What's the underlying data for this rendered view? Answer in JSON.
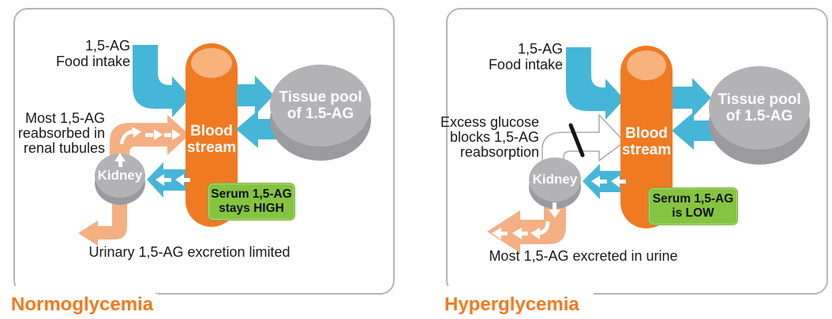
{
  "figure": {
    "panels": [
      {
        "title": "Normoglycemia",
        "food_intake_label": "1,5-AG\nFood intake",
        "side_note": "Most 1,5-AG\nreabsorbed in\nrenal tubules",
        "kidney_label": "Kidney",
        "blood_stream_label": "Blood\nstream",
        "tissue_pool_label": "Tissue pool\nof 1.5-AG",
        "serum_box": "Serum 1,5-AG\nstays HIGH",
        "bottom_note": "Urinary 1,5-AG excretion limited"
      },
      {
        "title": "Hyperglycemia",
        "food_intake_label": "1,5-AG\nFood intake",
        "side_note": "Excess glucose\nblocks 1,5-AG\nreabsorption",
        "kidney_label": "Kidney",
        "blood_stream_label": "Blood\nstream",
        "tissue_pool_label": "Tissue pool\nof 1.5-AG",
        "serum_box": "Serum 1,5-AG\nis LOW",
        "bottom_note": "Most 1,5-AG excreted in urine"
      }
    ],
    "colors": {
      "blue": "#45B6D8",
      "orange": "#F07A22",
      "orange_light": "#F8B27D",
      "peach": "#F4B083",
      "gray_top": "#B3B3B6",
      "gray_side": "#9A9A9F",
      "green": "#85C441",
      "title": "#F4791F",
      "border": "#B5B5B5",
      "slash": "#161616",
      "white": "#FFFFFF",
      "text": "#1A1A1A"
    }
  }
}
